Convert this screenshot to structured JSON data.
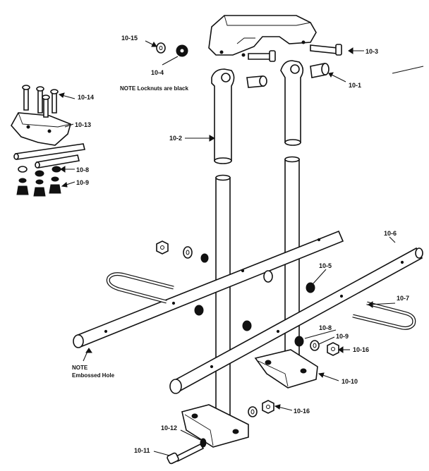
{
  "diagram": {
    "labels": {
      "p10_1": "10-1",
      "p10_2": "10-2",
      "p10_3": "10-3",
      "p10_4": "10-4",
      "p10_5": "10-5",
      "p10_6": "10-6",
      "p10_7": "10-7",
      "p10_8a": "10-8",
      "p10_8b": "10-8",
      "p10_9a": "10-9",
      "p10_9b": "10-9",
      "p10_10": "10-10",
      "p10_11": "10-11",
      "p10_12": "10-12",
      "p10_13": "10-13",
      "p10_14": "10-14",
      "p10_15": "10-15",
      "p10_16a": "10-16",
      "p10_16b": "10-16"
    },
    "notes": {
      "locknuts": "NOTE  Locknuts are black",
      "note_word": "NOTE",
      "enhanced_hole": "Embossed Hole"
    }
  }
}
